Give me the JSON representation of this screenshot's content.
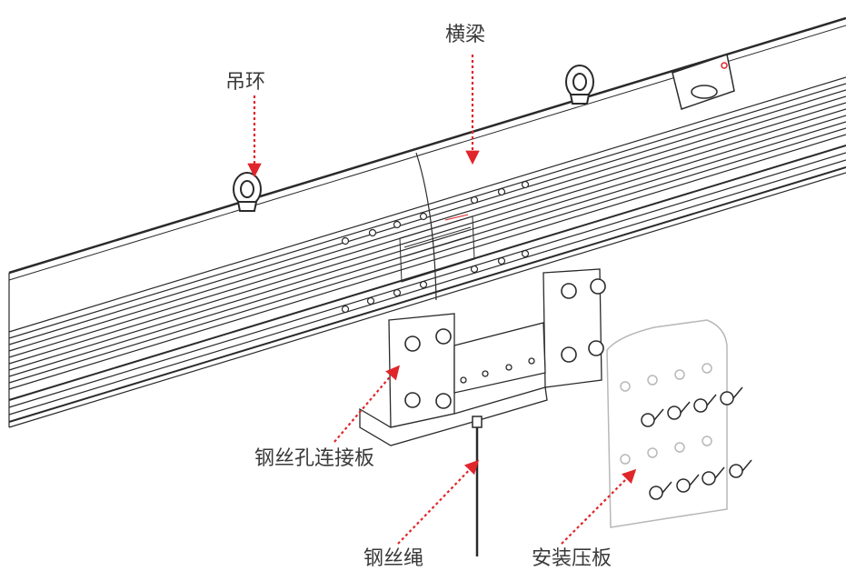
{
  "labels": {
    "beam": "横梁",
    "lifting_ring": "吊环",
    "wire_hole_plate": "钢丝孔连接板",
    "wire_rope": "钢丝绳",
    "pressure_plate": "安装压板"
  },
  "colors": {
    "line": "#2a2a2a",
    "light_line": "#b8b8b8",
    "arrow": "#e0262a",
    "text": "#3a3a3a"
  }
}
